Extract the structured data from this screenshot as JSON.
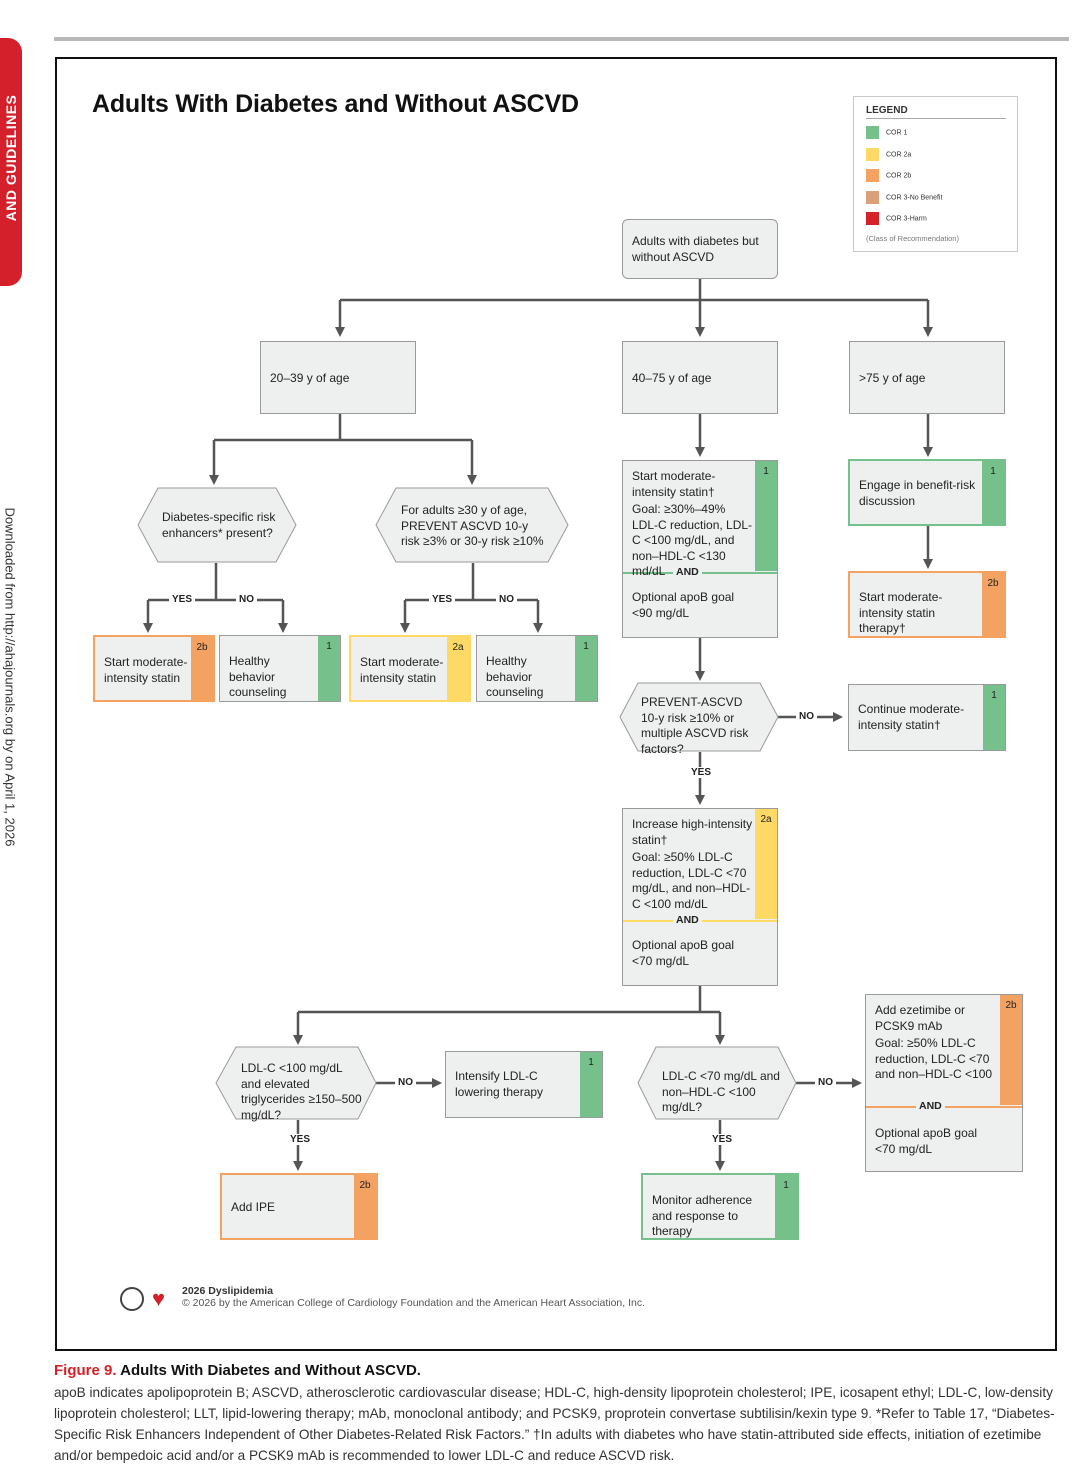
{
  "side_tab": "AND GUIDELINES",
  "side_note": "Downloaded from http://ahajournals.org by on April 1, 2026",
  "title": "Adults With Diabetes and Without ASCVD",
  "legend": {
    "title": "LEGEND",
    "items": [
      {
        "label": "COR 1",
        "color": "#76c18b"
      },
      {
        "label": "COR 2a",
        "color": "#ffd966"
      },
      {
        "label": "COR 2b",
        "color": "#f4a261"
      },
      {
        "label": "COR 3-No Benefit",
        "color": "#d9a07a"
      },
      {
        "label": "COR 3-Harm",
        "color": "#d4212a"
      }
    ],
    "footnote": "(Class of Recommendation)"
  },
  "nodes": {
    "start": "Adults with diabetes but without ASCVD",
    "age1": "20–39 y of age",
    "age2": "40–75 y of age",
    "age3": ">75 y of age",
    "risk_enhancers": "Diabetes-specific risk enhancers* present?",
    "prevent_30": "For adults ≥30 y of age, PREVENT ASCVD 10-y risk ≥3% or 30-y risk ≥10%",
    "mod_statin_2b": {
      "text": "Start moderate-intensity statin",
      "cor": "2b"
    },
    "healthy1": {
      "text": "Healthy behavior counseling",
      "cor": "1"
    },
    "mod_statin_2a": {
      "text": "Start moderate-intensity statin",
      "cor": "2a"
    },
    "healthy2": {
      "text": "Healthy behavior counseling",
      "cor": "1"
    },
    "mod_statin_main": {
      "line1": "Start moderate-intensity statin†",
      "line2": "Goal: ≥30%–49% LDL-C reduction, LDL-C <100 mg/dL, and non–HDL-C <130 md/dL",
      "cor": "1",
      "and": "AND",
      "optional": "Optional apoB goal <90 mg/dL"
    },
    "benefit_risk": {
      "text": "Engage in benefit-risk discussion",
      "cor": "1"
    },
    "mod_statin_75": {
      "text": "Start moderate-intensity statin therapy†",
      "cor": "2b"
    },
    "prevent_risk": "PREVENT-ASCVD 10-y risk ≥10% or multiple ASCVD risk factors?",
    "continue_mod": {
      "text": "Continue moderate-intensity statin†",
      "cor": "1"
    },
    "high_statin": {
      "line1": "Increase high-intensity statin†",
      "line2": "Goal: ≥50% LDL-C reduction, LDL-C <70 mg/dL, and non–HDL-C <100 md/dL",
      "cor": "2a",
      "and": "AND",
      "optional": "Optional apoB goal <70 mg/dL"
    },
    "ldl_trig": "LDL-C <100 mg/dL and elevated triglycerides ≥150–500 mg/dL?",
    "intensify": {
      "text": "Intensify LDL-C lowering therapy",
      "cor": "1"
    },
    "ldl70": "LDL-C <70 mg/dL and non–HDL-C <100 mg/dL?",
    "ezetimibe": {
      "line1": "Add ezetimibe or PCSK9 mAb",
      "line2": "Goal: ≥50% LDL-C reduction, LDL-C <70 and non–HDL-C <100",
      "cor": "2b",
      "and": "AND",
      "optional": "Optional apoB goal <70 mg/dL"
    },
    "ipe": {
      "text": "Add IPE",
      "cor": "2b"
    },
    "monitor": {
      "text": "Monitor adherence and response to therapy",
      "cor": "1"
    }
  },
  "labels": {
    "yes": "YES",
    "no": "NO"
  },
  "footer": {
    "name": "2026 Dyslipidemia",
    "copyright": "© 2026 by the American College of Cardiology Foundation and the American Heart Association, Inc."
  },
  "caption": {
    "fig": "Figure 9.",
    "title": "Adults With Diabetes and Without ASCVD.",
    "text": "apoB indicates apolipoprotein B; ASCVD, atherosclerotic cardiovascular disease; HDL-C, high-density lipoprotein cholesterol; IPE, icosapent ethyl; LDL-C, low-density lipoprotein cholesterol; LLT, lipid-lowering therapy; mAb, monoclonal antibody; and PCSK9, proprotein convertase subtilisin/kexin type 9. *Refer to Table 17, “Diabetes-Specific Risk Enhancers Independent of Other Diabetes-Related Risk Factors.” †In adults with diabetes who have statin-attributed side effects, initiation of ezetimibe and/or bempedoic acid and/or a PCSK9 mAb is recommended to lower LDL-C and reduce ASCVD risk."
  }
}
